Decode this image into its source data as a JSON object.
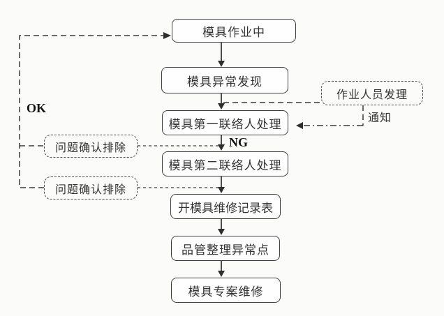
{
  "flowchart": {
    "nodes": {
      "start": "模具作业中",
      "abnormal_found": "模具异常发现",
      "first_contact": "模具第一联络人处理",
      "second_contact": "模具第二联络人处理",
      "repair_record": "开模具维修记录表",
      "qc_summary": "品管整理异常点",
      "special_repair": "模具专案维修",
      "operator_handle": "作业人员发理",
      "issue_resolved_1": "问题确认排除",
      "issue_resolved_2": "问题确认排除"
    },
    "labels": {
      "ok": "OK",
      "ng": "NG",
      "notify": "通知"
    },
    "colors": {
      "background": "#fbfbf9",
      "line": "#2e2e2e",
      "box_border": "#3f3f3f",
      "box_fill": "#fefefe",
      "text": "#333333"
    }
  }
}
